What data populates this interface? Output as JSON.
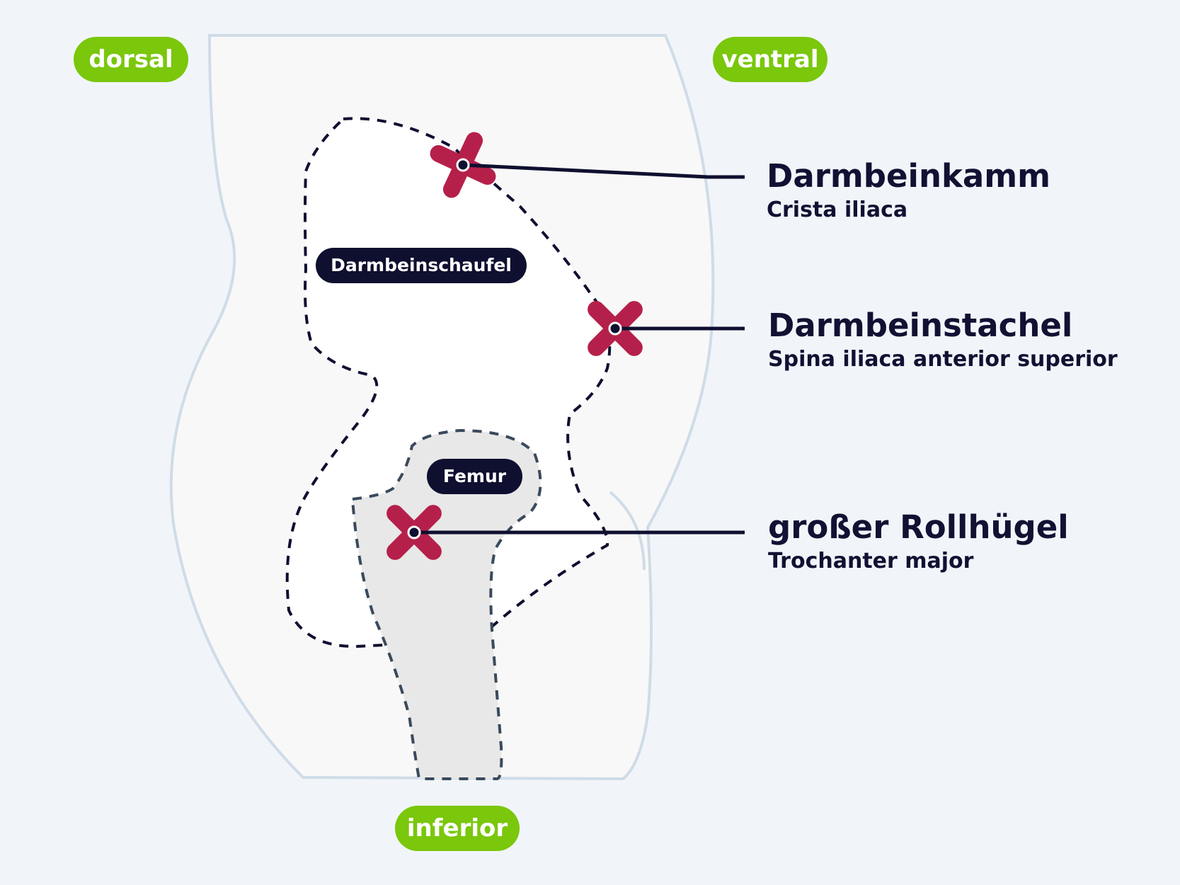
{
  "orientation": {
    "dorsal": "dorsal",
    "ventral": "ventral",
    "inferior": "inferior"
  },
  "regions": {
    "ilium_wing": "Darmbeinschaufel",
    "femur": "Femur"
  },
  "landmarks": [
    {
      "title": "Darmbeinkamm",
      "subtitle": "Crista iliaca"
    },
    {
      "title": "Darmbeinstachel",
      "subtitle": "Spina iliaca anterior superior"
    },
    {
      "title": "großer Rollhügel",
      "subtitle": "Trochanter major"
    }
  ],
  "colors": {
    "background": "#f1f5f9",
    "orientation_pill": "#7ac70c",
    "marker": "#b5204a",
    "label_dark": "#0f0f30",
    "outline": "#cfdce8"
  }
}
